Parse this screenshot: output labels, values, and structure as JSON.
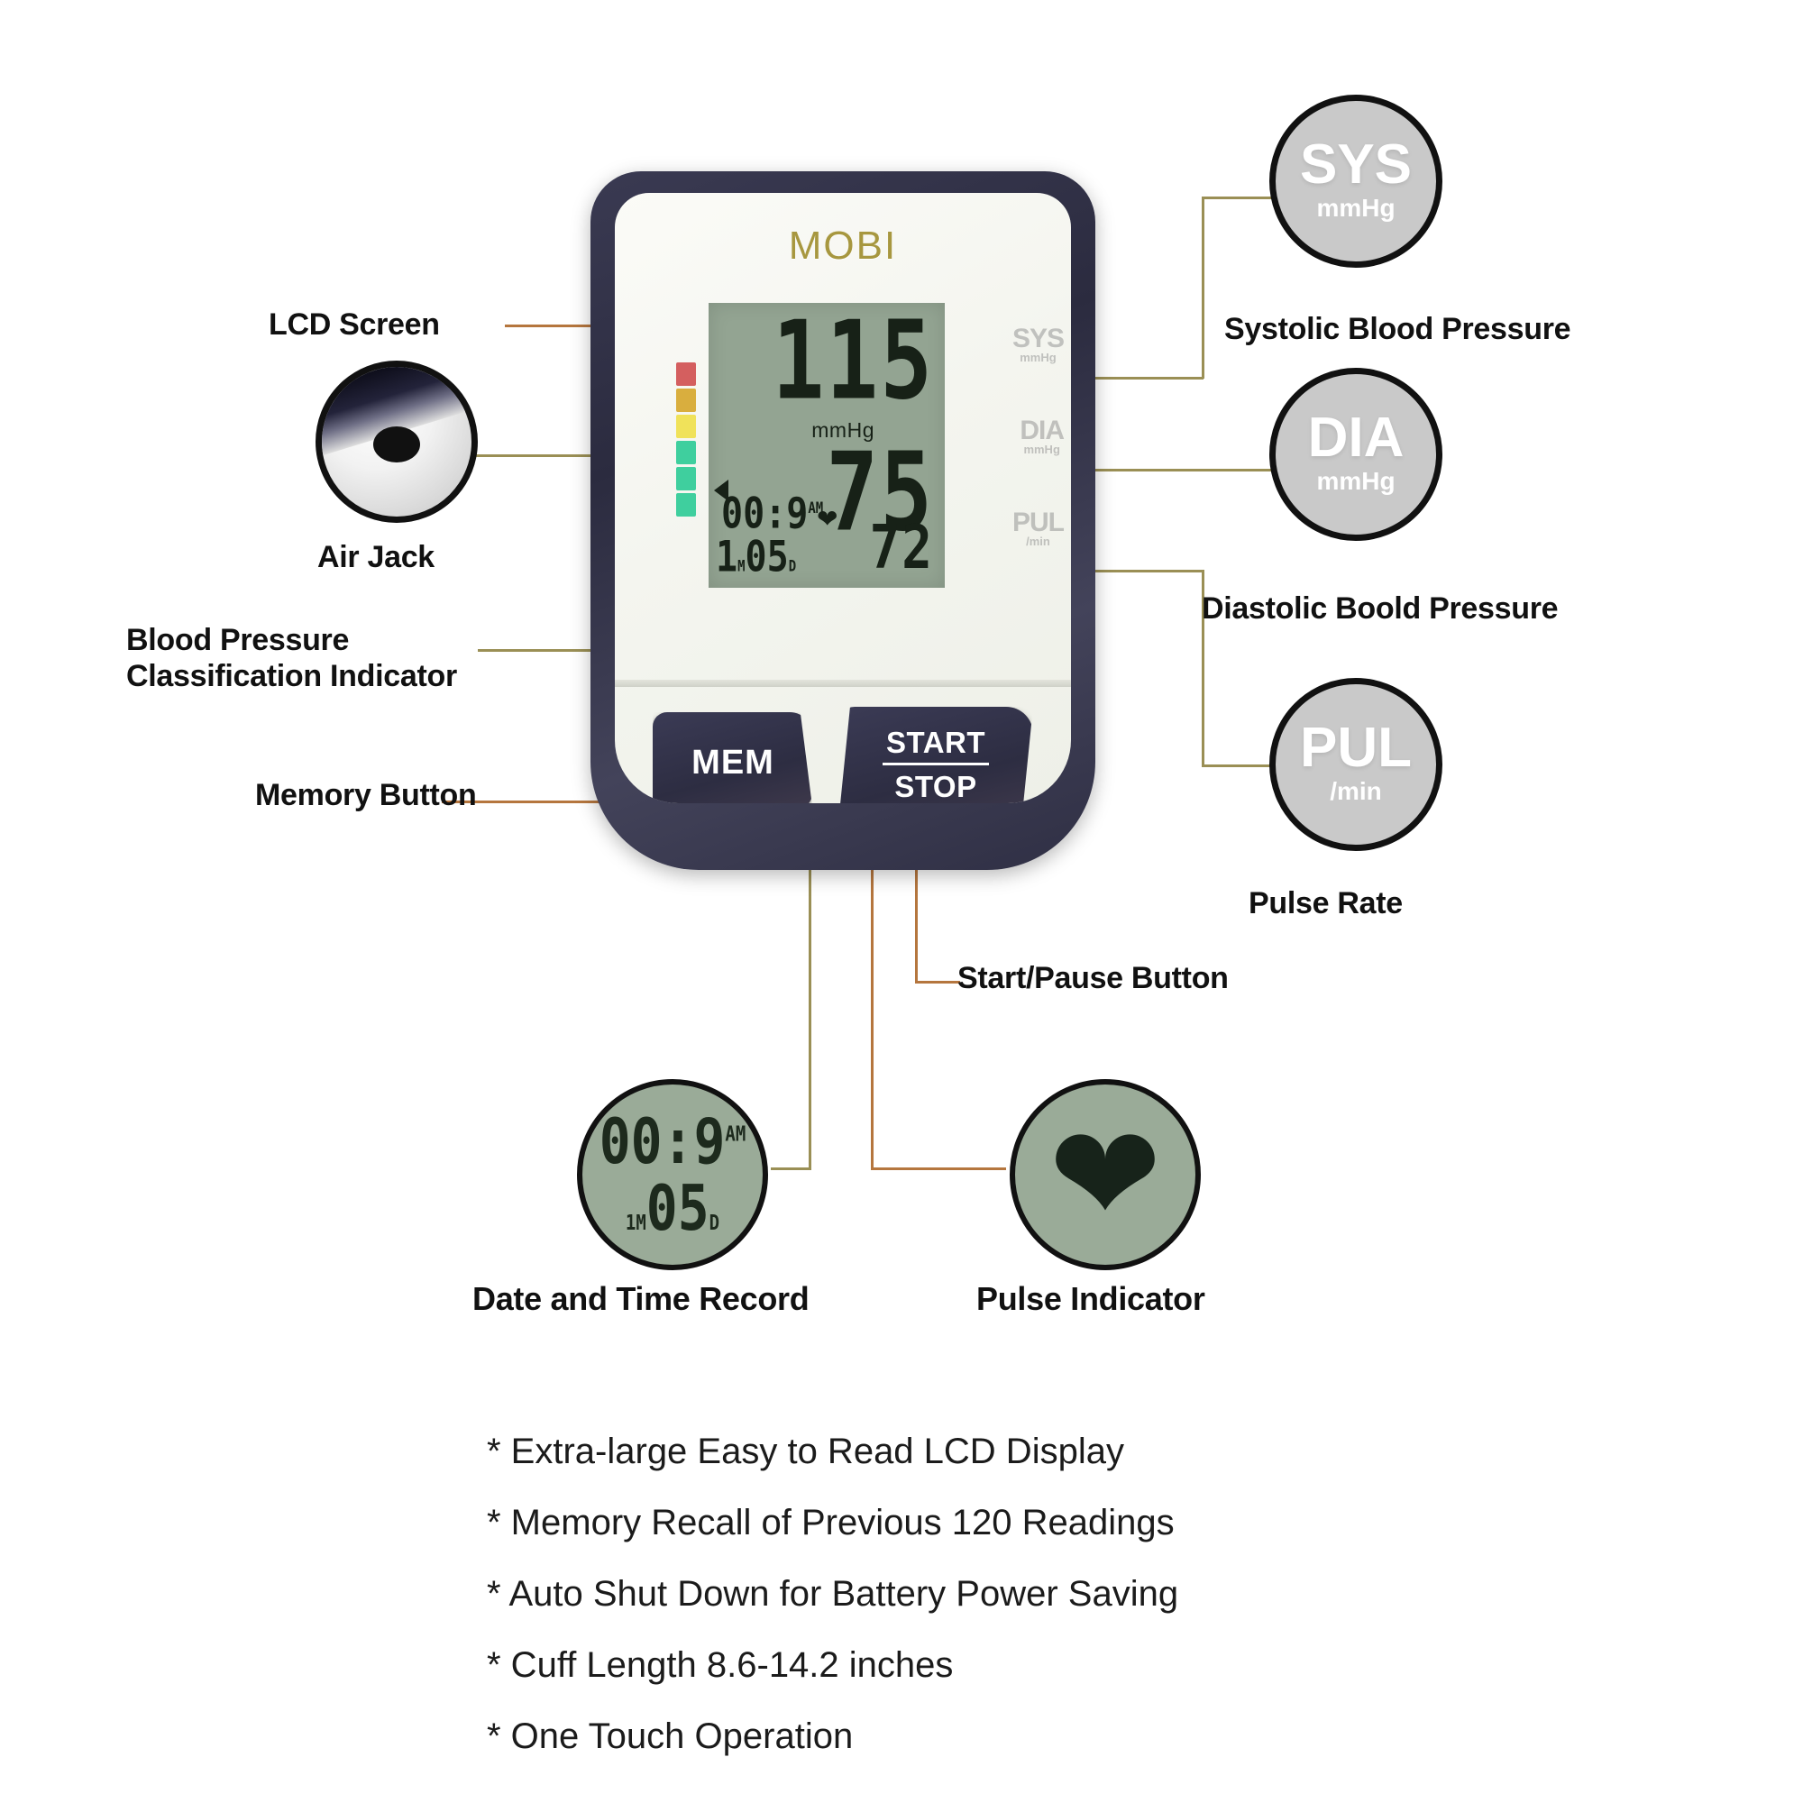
{
  "device": {
    "brand": "MOBI",
    "lcd": {
      "systolic_value": "115",
      "unit_label": "mmHg",
      "diastolic_value": "75",
      "pulse_value": "72",
      "time_value": "00:9",
      "time_meridiem": "AM",
      "date_month_mark": "1",
      "date_month_unit": "M",
      "date_day_value": "05",
      "date_day_unit": "D",
      "heart_icon": "heart-icon",
      "arrow_icon": "classification-pointer-icon"
    },
    "bezel_labels": [
      {
        "title": "SYS",
        "unit": "mmHg"
      },
      {
        "title": "DIA",
        "unit": "mmHg"
      },
      {
        "title": "PUL",
        "unit": "/min"
      }
    ],
    "buttons": {
      "memory": "MEM",
      "start_top": "START",
      "start_bottom": "STOP"
    },
    "classification_colors": [
      "#d45f5f",
      "#d9ae3e",
      "#f0e25a",
      "#3fcf9e",
      "#3fcf9e",
      "#3fcf9e"
    ]
  },
  "callouts": {
    "lcd_screen": "LCD Screen",
    "air_jack": "Air Jack",
    "classification_indicator_line1": "Blood Pressure",
    "classification_indicator_line2": "Classification Indicator",
    "memory_button": "Memory Button",
    "start_pause_button": "Start/Pause Button",
    "systolic": "Systolic Blood Pressure",
    "diastolic": "Diastolic Boold Pressure",
    "pulse_rate": "Pulse Rate",
    "date_time_record": "Date and Time Record",
    "pulse_indicator": "Pulse Indicator"
  },
  "zoom_circles": {
    "sys": {
      "title": "SYS",
      "unit": "mmHg"
    },
    "dia": {
      "title": "DIA",
      "unit": "mmHg"
    },
    "pul": {
      "title": "PUL",
      "unit": "/min"
    },
    "datetime": {
      "time_value": "00:9",
      "time_meridiem": "AM",
      "month_mark": "1",
      "month_unit": "M",
      "day_value": "05",
      "day_unit": "D"
    },
    "pulse": {
      "icon": "heart-icon"
    }
  },
  "features": [
    "* Extra-large Easy to Read LCD Display",
    "* Memory Recall of Previous 120 Readings",
    "* Auto Shut Down for Battery Power Saving",
    "* Cuff Length 8.6-14.2 inches",
    "* One Touch Operation"
  ],
  "colors": {
    "leader": "#9a8f55",
    "leader_warm": "#b5763e",
    "lcd_bg": "#93a492",
    "device_body": "#2f2f44"
  }
}
